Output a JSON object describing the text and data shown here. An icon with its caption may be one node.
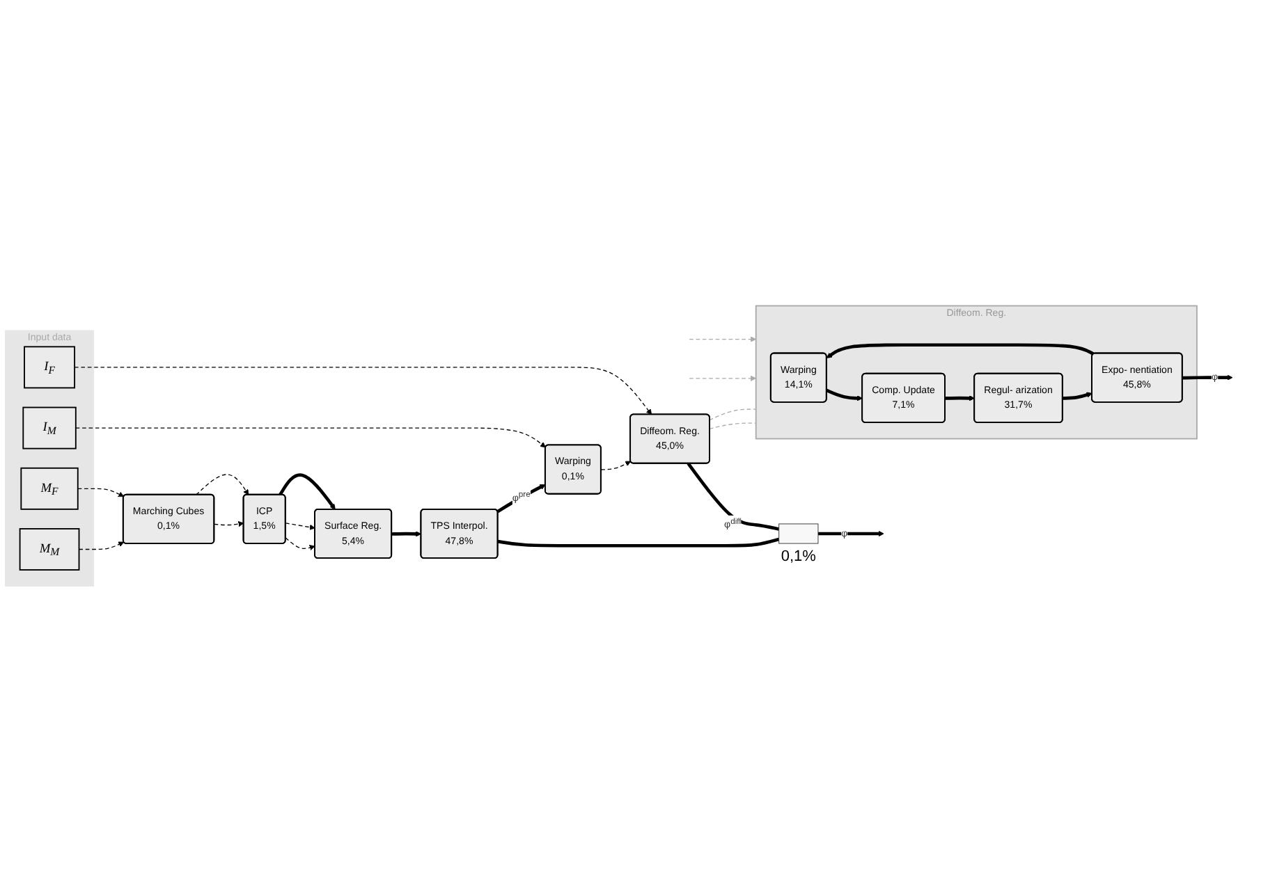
{
  "diagram": {
    "nodes": [
      {
        "text": [
          "Input data"
        ]
      },
      {
        "text": [
          "M$_{M}$"
        ],
        "in": 0
      },
      {
        "text": [
          "M$_{F}$"
        ],
        "in": 0
      },
      {
        "text": [
          "I$_{M}$"
        ],
        "in": 0
      },
      {
        "text": [
          "I$_{F}$"
        ],
        "in": 0
      },
      {
        "text": [
          "Marching Cubes",
          "0,1%"
        ]
      },
      {
        "text": [
          "ICP",
          "1,5%"
        ]
      },
      {
        "text": [
          "Surface Reg.",
          "5,4%"
        ]
      },
      {
        "text": [
          "TPS Interpol.",
          "47,8%"
        ]
      },
      {
        "text": [
          "Warping",
          "0,1%"
        ]
      },
      {
        "text": [
          "Diffeom. Reg.",
          "45,0%"
        ]
      },
      {
        "text": [],
        "shape": "box",
        "beside": [
          "0,1%"
        ]
      },
      {
        "text": [
          "Diffeom. Reg."
        ]
      },
      {
        "text": [
          "Warping",
          "14,1%"
        ],
        "in": 12
      },
      {
        "text": [
          "Comp. Update",
          "7,1%"
        ],
        "in": 12
      },
      {
        "text": [
          "Regul- arization",
          "31,7%"
        ],
        "in": 12
      },
      {
        "text": [
          "Expo- nentiation",
          "45,8%"
        ],
        "in": 12
      }
    ],
    "edges": [
      {
        "from": 1,
        "to": 5,
        "arrow": "to",
        "style": "dashed"
      },
      {
        "from": 2,
        "to": 5,
        "arrow": "to",
        "style": "dashed"
      },
      {
        "from": 5,
        "to": 6,
        "arrow": "to",
        "style": "dashed"
      },
      {
        "from": 5,
        "to": 6,
        "arrow": "to",
        "style": "dashed"
      },
      {
        "from": 6,
        "to": 7,
        "arrow": "to",
        "style": "dashed"
      },
      {
        "from": 6,
        "to": 7,
        "arrow": "to",
        "style": "dashed"
      },
      {
        "from": 6,
        "to": 7,
        "arrow": "to",
        "style": "thick"
      },
      {
        "from": 7,
        "to": 8,
        "arrow": "to",
        "style": "thick"
      },
      {
        "from": 8,
        "to": 9,
        "arrow": "to",
        "style": "thick",
        "label": "φ$^{pre}$"
      },
      {
        "from": 8,
        "to": 11,
        "arrow": "none",
        "style": "thick"
      },
      {
        "from": 3,
        "to": 9,
        "arrow": "to",
        "style": "dashed"
      },
      {
        "from": 9,
        "to": 10,
        "arrow": "to",
        "style": "dashed"
      },
      {
        "from": 4,
        "to": 10,
        "arrow": "to",
        "style": "dashed"
      },
      {
        "from": 10,
        "to": 11,
        "arrow": "none",
        "style": "thick",
        "label": "φ$^{diff}$"
      },
      {
        "from": 11,
        "to": null,
        "arrow": "to",
        "style": "thick",
        "label": "φ"
      },
      {
        "from": 10,
        "to": 12,
        "arrow": "none",
        "style": "dashed",
        "color": "#aaaaaa"
      },
      {
        "from": 10,
        "to": 12,
        "arrow": "none",
        "style": "dashed",
        "color": "#aaaaaa"
      },
      {
        "from": null,
        "to": 12,
        "arrow": "to",
        "style": "dashed",
        "color": "#aaaaaa"
      },
      {
        "from": null,
        "to": 12,
        "arrow": "to",
        "style": "dashed",
        "color": "#aaaaaa"
      },
      {
        "from": 13,
        "to": 14,
        "arrow": "to",
        "style": "thick"
      },
      {
        "from": 14,
        "to": 15,
        "arrow": "to",
        "style": "thick"
      },
      {
        "from": 15,
        "to": 16,
        "arrow": "to",
        "style": "thick"
      },
      {
        "from": 16,
        "to": 13,
        "arrow": "to",
        "style": "thick"
      },
      {
        "from": 16,
        "to": null,
        "arrow": "to",
        "style": "thick",
        "label": "φ"
      }
    ]
  }
}
